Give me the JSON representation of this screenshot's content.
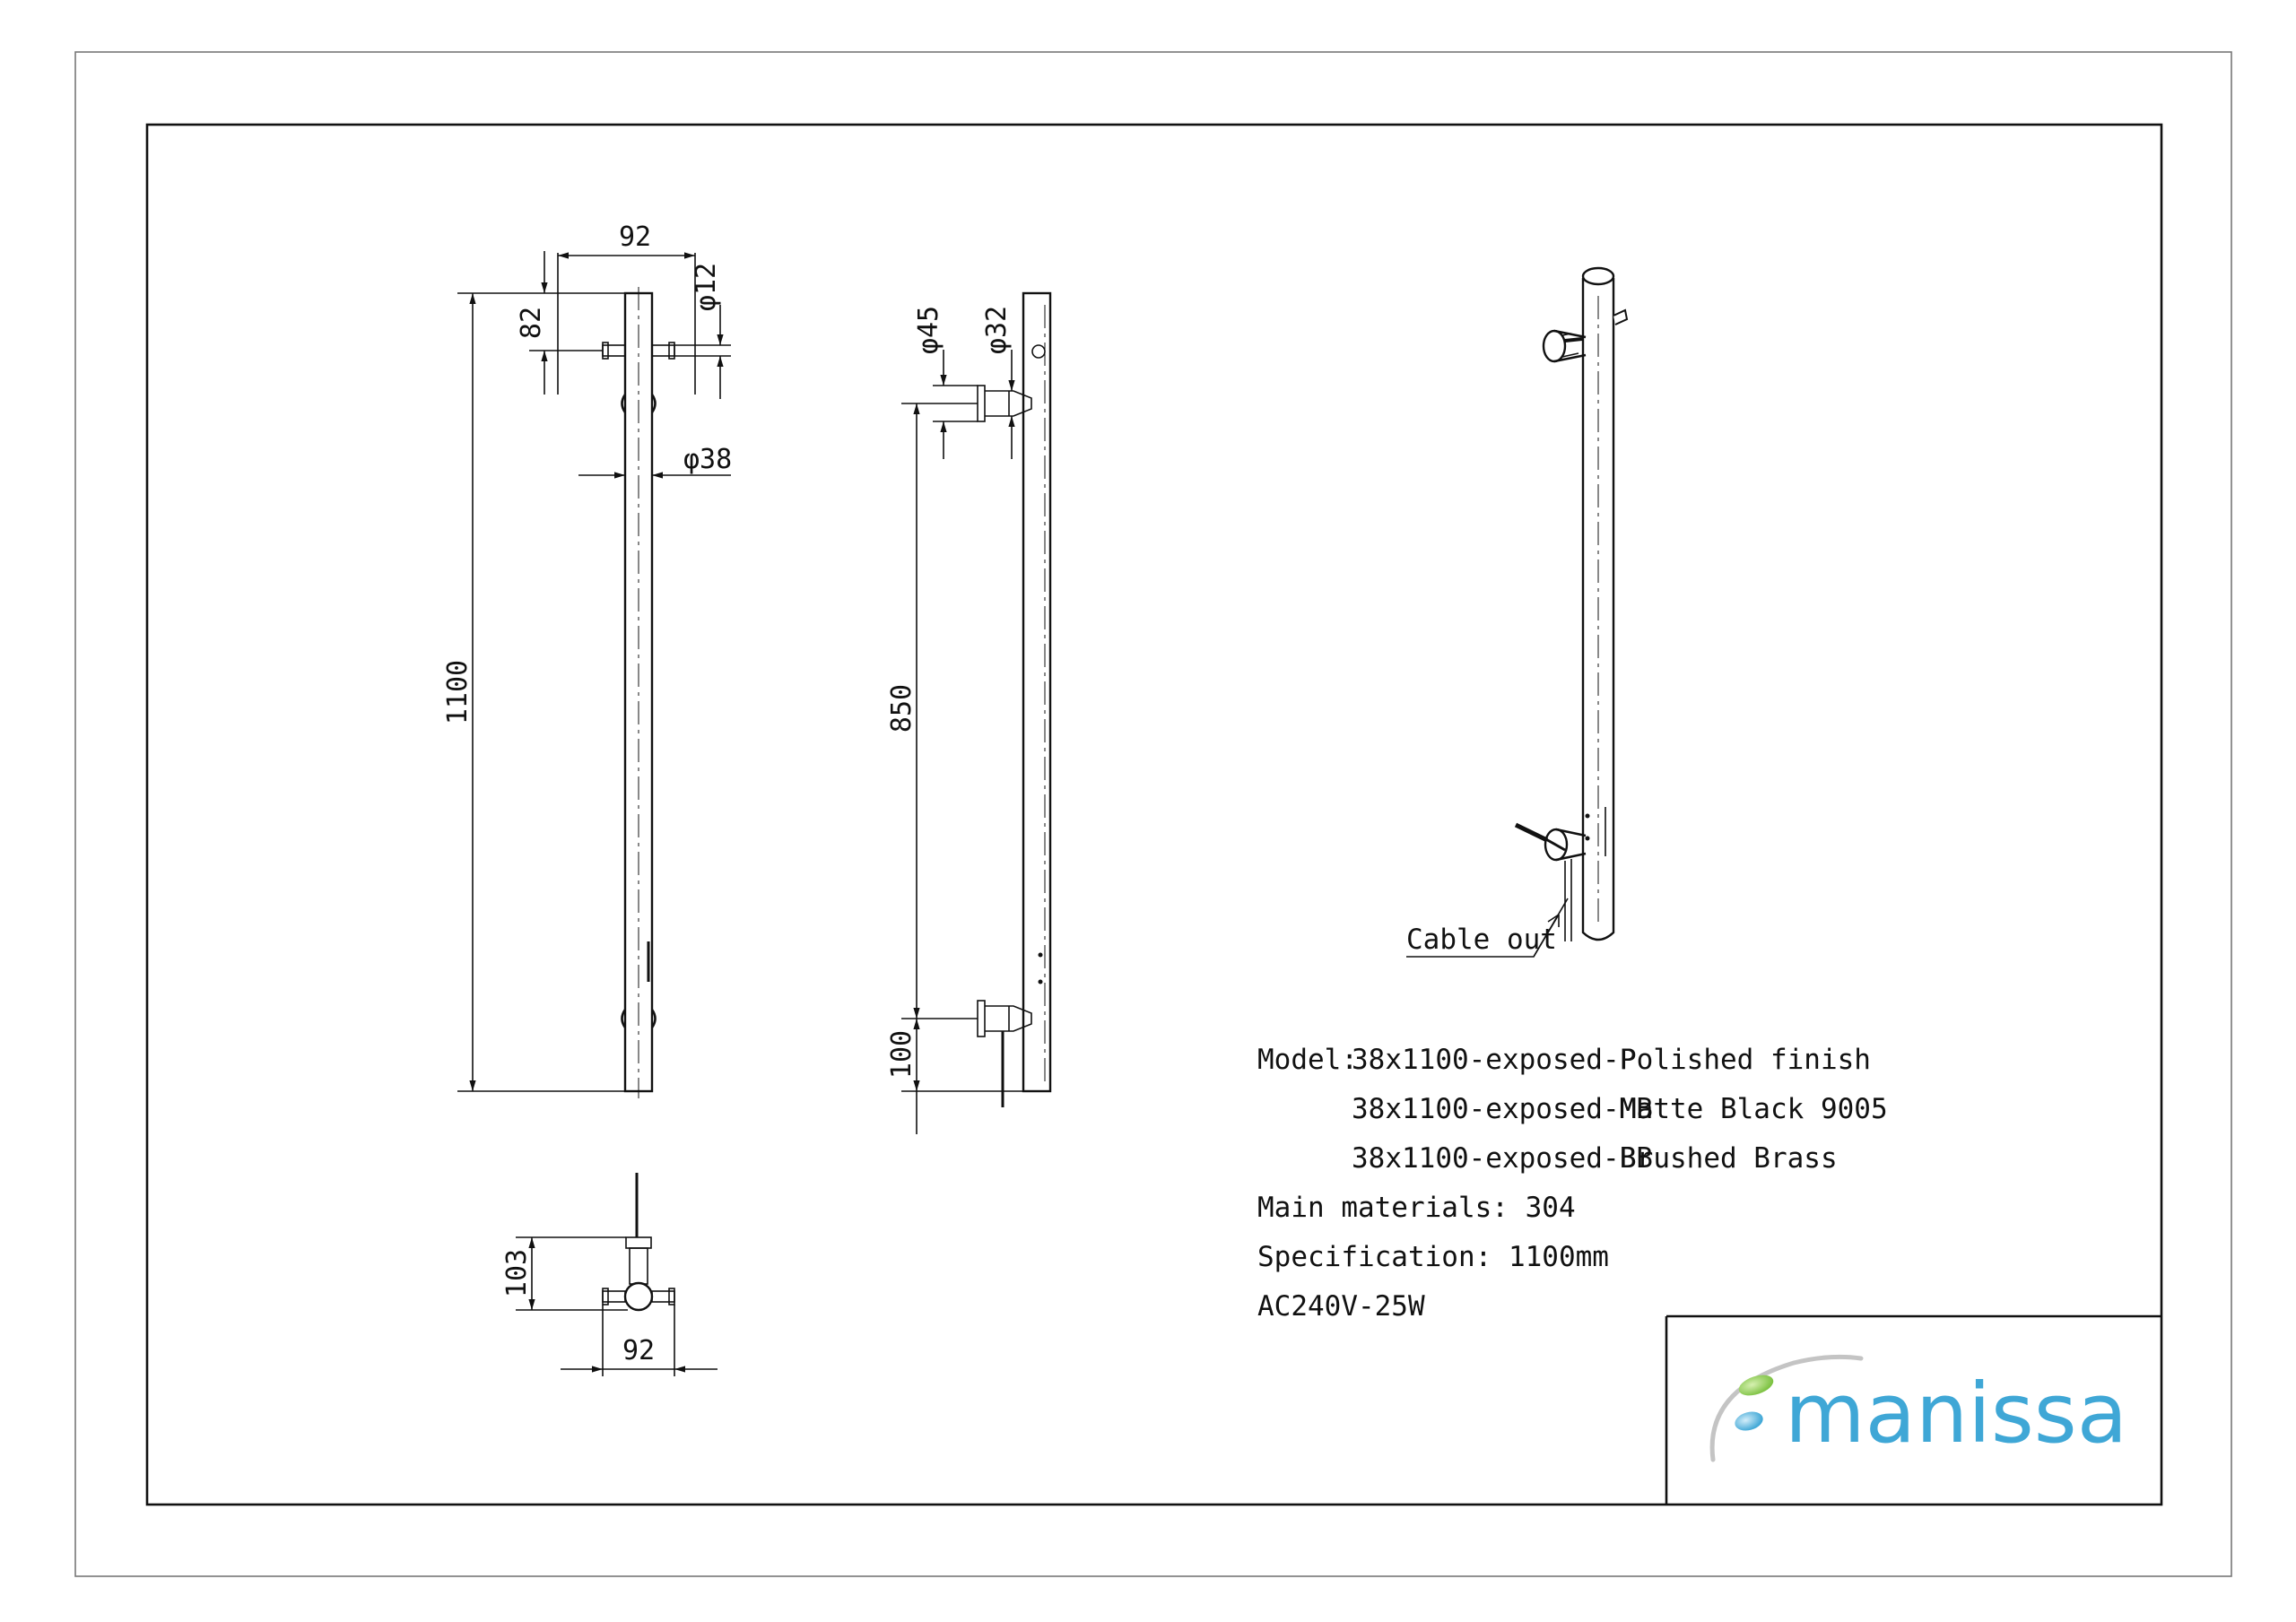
{
  "drawing": {
    "front_view": {
      "dim_width_top": "92",
      "dim_hook_pin": "φ12",
      "dim_offset": "82",
      "dim_tube": "φ38",
      "dim_height": "1100"
    },
    "side_view": {
      "dim_bracket": "φ45",
      "dim_bracket_inner": "φ32",
      "dim_spacing": "850",
      "dim_bottom": "100"
    },
    "top_view": {
      "dim_depth": "103",
      "dim_width": "92"
    },
    "iso_view": {
      "cable_label": "Cable out"
    }
  },
  "specs": {
    "model_label": "Model:",
    "models": [
      {
        "code": "38x1100-exposed-P",
        "finish": "Polished finish"
      },
      {
        "code": "38x1100-exposed-MB",
        "finish": "Matte Black 9005"
      },
      {
        "code": "38x1100-exposed-BB",
        "finish": "Brushed Brass"
      }
    ],
    "materials": "Main materials: 304",
    "specification": "Specification: 1100mm",
    "power": "AC240V-25W"
  },
  "brand": {
    "name": "manissa",
    "colors": {
      "primary": "#3fa7d6",
      "leaf": "#7dc242",
      "swoosh": "#b8b8b8"
    }
  }
}
